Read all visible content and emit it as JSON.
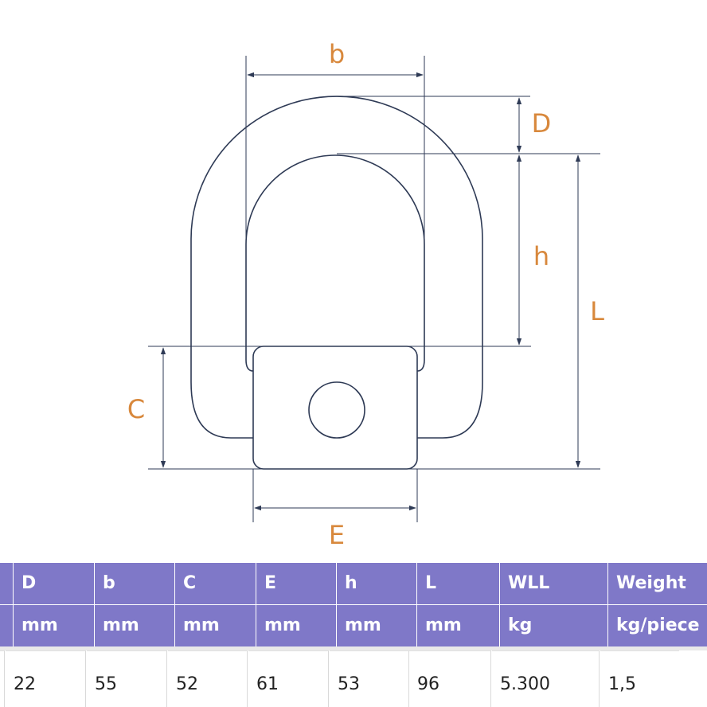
{
  "colors": {
    "outline": "#2e3a55",
    "dimension_label": "#d8883c",
    "table_header_bg": "#7f78c8",
    "table_text": "#222222"
  },
  "diagram": {
    "labels": {
      "b": "b",
      "D": "D",
      "h": "h",
      "L": "L",
      "C": "C",
      "E": "E"
    }
  },
  "table": {
    "header_names": [
      "D",
      "b",
      "C",
      "E",
      "h",
      "L",
      "WLL",
      "Weight"
    ],
    "header_units": [
      "mm",
      "mm",
      "mm",
      "mm",
      "mm",
      "mm",
      "kg",
      "kg/piece"
    ],
    "row": [
      "22",
      "55",
      "52",
      "61",
      "53",
      "96",
      "5.300",
      "1,5"
    ]
  }
}
